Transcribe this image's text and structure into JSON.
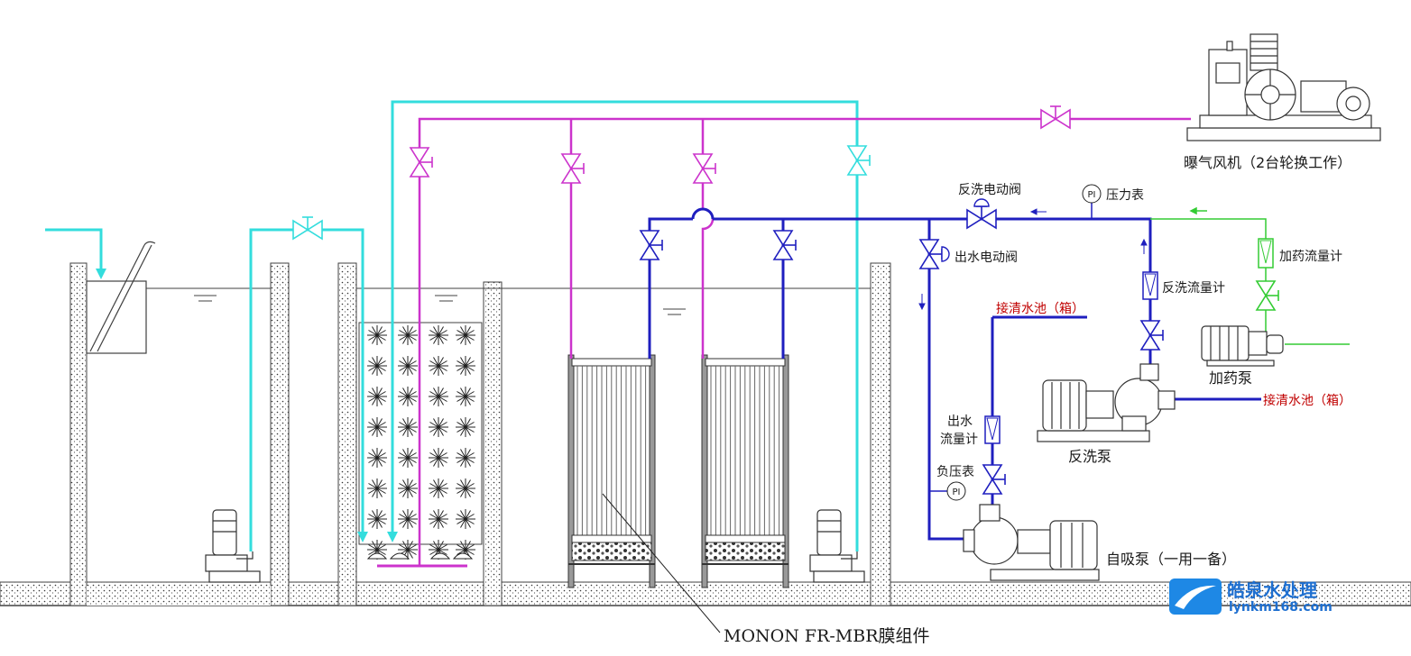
{
  "labels": {
    "blower": "曝气风机（2台轮换工作）",
    "backwash_valve": "反洗电动阀",
    "pressure_gauge": "压力表",
    "outlet_valve": "出水电动阀",
    "dosing_flowmeter": "加药流量计",
    "backwash_flowmeter": "反洗流量计",
    "to_clean_tank_1": "接清水池（箱）",
    "to_clean_tank_2": "接清水池（箱）",
    "dosing_pump": "加药泵",
    "outlet_flowmeter_line1": "出水",
    "outlet_flowmeter_line2": "流量计",
    "backwash_pump": "反洗泵",
    "vacuum_gauge": "负压表",
    "self_priming_pump": "自吸泵（一用一备）",
    "membrane_module": "MONON FR-MBR膜组件",
    "pi_1": "PI",
    "pi_2": "PI"
  },
  "watermark": {
    "name": "皓泉水处理",
    "url": "lynkm168.com"
  },
  "colors": {
    "water_feed": "#33dddd",
    "air": "#cc33cc",
    "permeate": "#1f1fbf",
    "dosing": "#33cc33",
    "structure": "#404040",
    "red_label": "#c00000"
  }
}
